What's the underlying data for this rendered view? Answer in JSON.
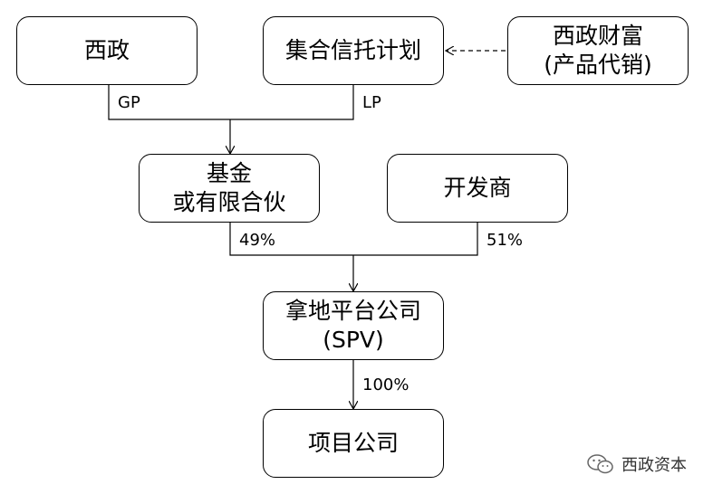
{
  "nodes": {
    "xizheng": "西政",
    "trust_plan": "集合信托计划",
    "wealth_line1": "西政财富",
    "wealth_line2": "(产品代销)",
    "fund_line1": "基金",
    "fund_line2": "或有限合伙",
    "developer": "开发商",
    "spv_line1": "拿地平台公司",
    "spv_line2": "(SPV)",
    "project": "项目公司"
  },
  "edge_labels": {
    "gp": "GP",
    "lp": "LP",
    "fund_share": "49%",
    "developer_share": "51%",
    "spv_share": "100%"
  },
  "watermark": {
    "text": "西政资本",
    "icon": "wechat-icon"
  }
}
